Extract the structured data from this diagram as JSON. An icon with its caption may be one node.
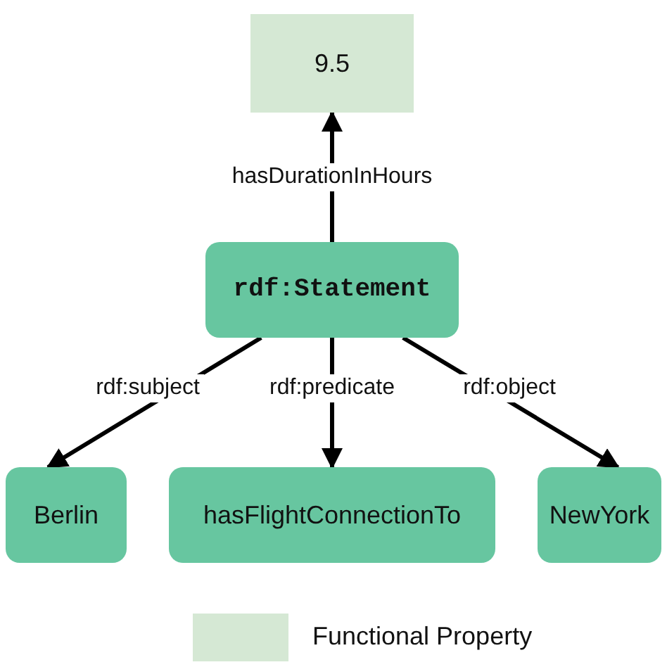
{
  "diagram": {
    "nodes": [
      {
        "text": [
          "9.5"
        ]
      },
      {
        "text": [
          "rdf:Statement"
        ]
      },
      {
        "text": [
          "Berlin"
        ]
      },
      {
        "text": [
          "hasFlightConnectionTo"
        ]
      },
      {
        "text": [
          "NewYork"
        ]
      }
    ],
    "edges": [
      {
        "from": 1,
        "to": 0,
        "arrow": "to",
        "label": "hasDurationInHours"
      },
      {
        "from": 1,
        "to": 2,
        "arrow": "to",
        "label": "rdf:subject"
      },
      {
        "from": 1,
        "to": 3,
        "arrow": "to",
        "label": "rdf:predicate"
      },
      {
        "from": 1,
        "to": 4,
        "arrow": "to",
        "label": "rdf:object"
      }
    ],
    "legend": [
      {
        "text": "Functional Property",
        "color": "#d5e8d4"
      }
    ]
  }
}
